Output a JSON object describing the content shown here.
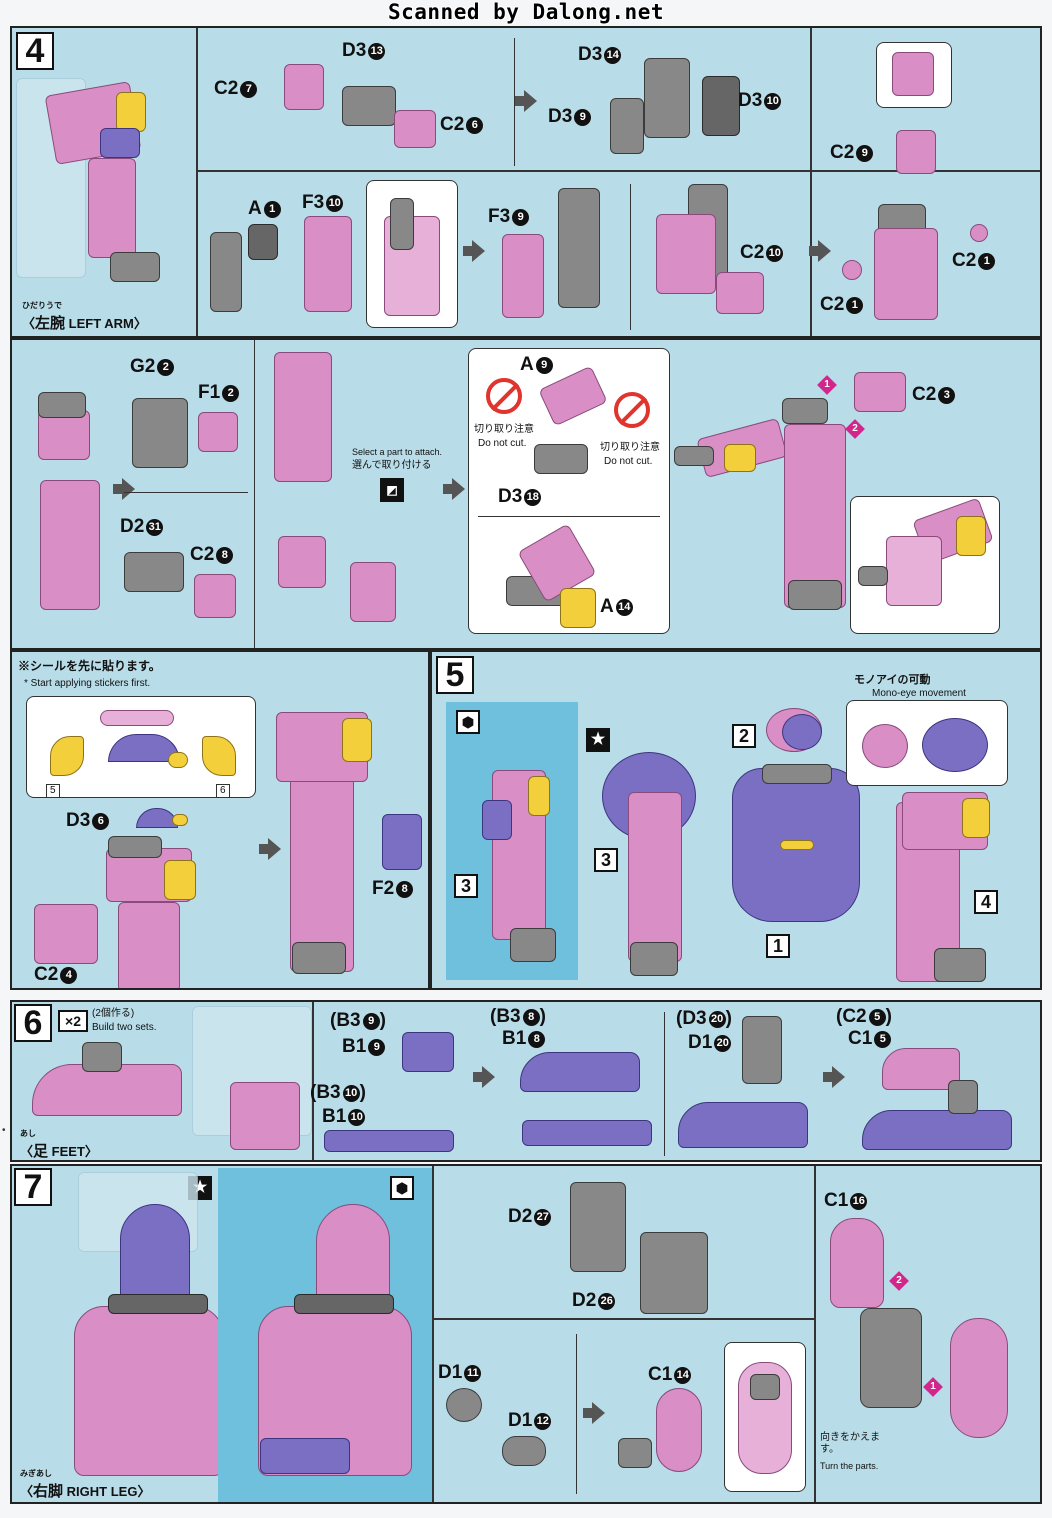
{
  "header": {
    "title": "Scanned by Dalong.net"
  },
  "step4": {
    "number": "4",
    "section_label_jp": "左腕",
    "section_label_ruby": "ひだりうで",
    "section_label_en": "LEFT ARM",
    "row1": {
      "a": "D3",
      "a_n": "13",
      "b": "C2",
      "b_n": "7",
      "c": "C2",
      "c_n": "6",
      "d": "D3",
      "d_n": "14",
      "e": "D3",
      "e_n": "9",
      "f": "D3",
      "f_n": "10"
    },
    "row2": {
      "a": "A",
      "a_n": "1",
      "b": "F3",
      "b_n": "10",
      "c": "F3",
      "c_n": "9",
      "d": "C2",
      "d_n": "10"
    },
    "side": {
      "a": "C2",
      "a_n": "9",
      "b": "C2",
      "b_n": "1",
      "c": "C2",
      "c_n": "1"
    }
  },
  "step4b": {
    "g": "G2",
    "g_n": "2",
    "f": "F1",
    "f_n": "2",
    "d": "D2",
    "d_n": "31",
    "c": "C2",
    "c_n": "8",
    "select_en": "Select a part to attach.",
    "select_jp": "選んで取り付ける",
    "a9": "A",
    "a9_n": "9",
    "caution_jp": "切り取り注意",
    "caution_en": "Do not cut.",
    "d3": "D3",
    "d3_n": "18",
    "a14": "A",
    "a14_n": "14",
    "c23": "C2",
    "c23_n": "3",
    "badge1": "1",
    "badge2": "2"
  },
  "step4c": {
    "note_jp": "※シールを先に貼ります。",
    "note_en": "* Start applying stickers first.",
    "sticker_a": "5",
    "sticker_b": "6",
    "d36": "D3",
    "d36_n": "6",
    "c24": "C2",
    "c24_n": "4",
    "f28": "F2",
    "f28_n": "8"
  },
  "step5": {
    "number": "5",
    "mono_jp": "モノアイの可動",
    "mono_en": "Mono-eye movement",
    "ref2": "2",
    "ref3a": "3",
    "ref3b": "3",
    "ref1": "1",
    "ref4": "4"
  },
  "step6": {
    "number": "6",
    "times": "×2",
    "build_jp": "(2個作る)",
    "build_en": "Build two sets.",
    "section_jp": "足",
    "section_ruby": "あし",
    "section_en": "FEET",
    "g1a": "(B3",
    "g1a_n": "9",
    "g1b": "B1",
    "g1b_n": "9",
    "g1c": "(B3",
    "g1c_n": "10",
    "g1d": "B1",
    "g1d_n": "10",
    "g2a": "(B3",
    "g2a_n": "8",
    "g2b": "B1",
    "g2b_n": "8",
    "g3a": "(D3",
    "g3a_n": "20",
    "g3b": "D1",
    "g3b_n": "20",
    "g4a": "(C2",
    "g4a_n": "5",
    "g4b": "C1",
    "g4b_n": "5"
  },
  "step7": {
    "number": "7",
    "section_jp": "右脚",
    "section_ruby": "みぎあし",
    "section_en": "RIGHT LEG",
    "d227": "D2",
    "d227_n": "27",
    "d226": "D2",
    "d226_n": "26",
    "c116": "C1",
    "c116_n": "16",
    "d111": "D1",
    "d111_n": "11",
    "d112": "D1",
    "d112_n": "12",
    "c114": "C1",
    "c114_n": "14",
    "turn_jp": "向きをかえます。",
    "turn_en": "Turn the parts.",
    "badge1": "1",
    "badge2": "2"
  },
  "colors": {
    "panel": "#b9dde8",
    "pink": "#d98fc6",
    "purple": "#7b6fc4",
    "yellow": "#f2cf3b",
    "gray": "#888888",
    "accent": "#d2268c"
  }
}
